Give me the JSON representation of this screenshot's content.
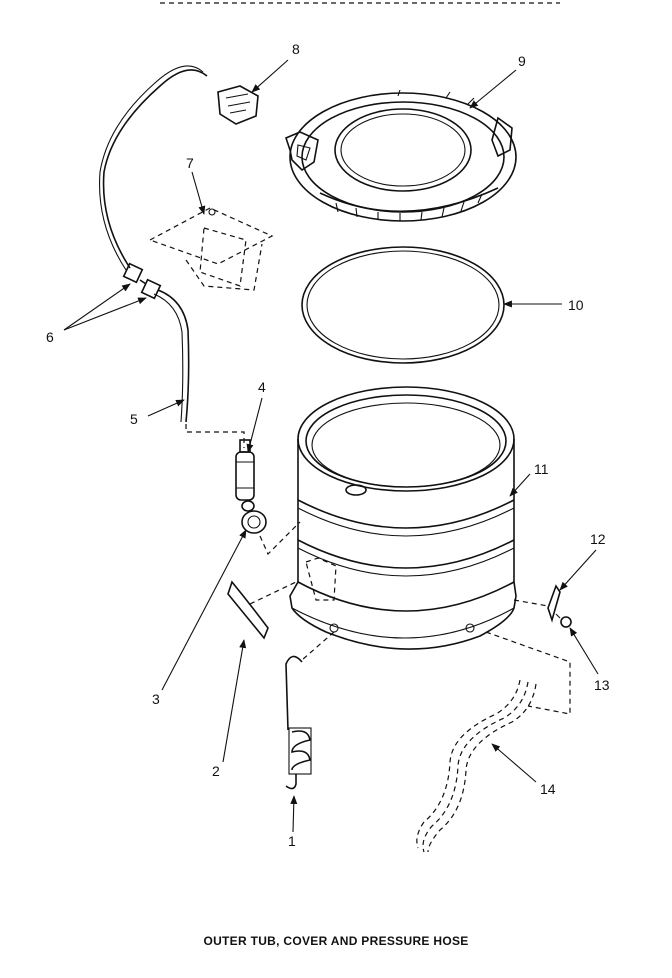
{
  "title": "OUTER TUB, COVER AND PRESSURE HOSE",
  "callouts": {
    "c1": "1",
    "c2": "2",
    "c3": "3",
    "c4": "4",
    "c5": "5",
    "c6": "6",
    "c7": "7",
    "c8": "8",
    "c9": "9",
    "c10": "10",
    "c11": "11",
    "c12": "12",
    "c13": "13",
    "c14": "14"
  }
}
